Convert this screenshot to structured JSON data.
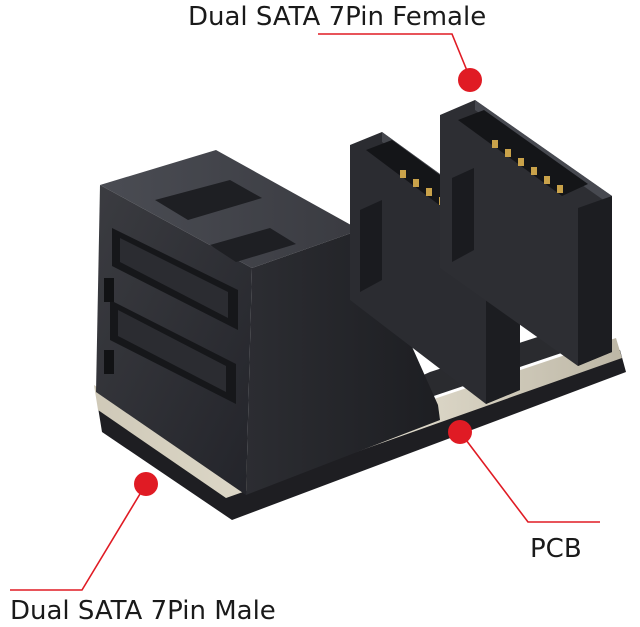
{
  "labels": {
    "female": "Dual SATA 7Pin Female",
    "pcb": "PCB",
    "male": "Dual SATA 7Pin Male"
  },
  "colors": {
    "callout_red": "#e01b24",
    "plastic_dark": "#2a2b2f",
    "plastic_mid": "#3a3b40",
    "plastic_light": "#4a4c52",
    "pcb_edge": "#d9d4c4",
    "pcb_black": "#1f1f22",
    "gold_pin": "#c9a24a"
  }
}
